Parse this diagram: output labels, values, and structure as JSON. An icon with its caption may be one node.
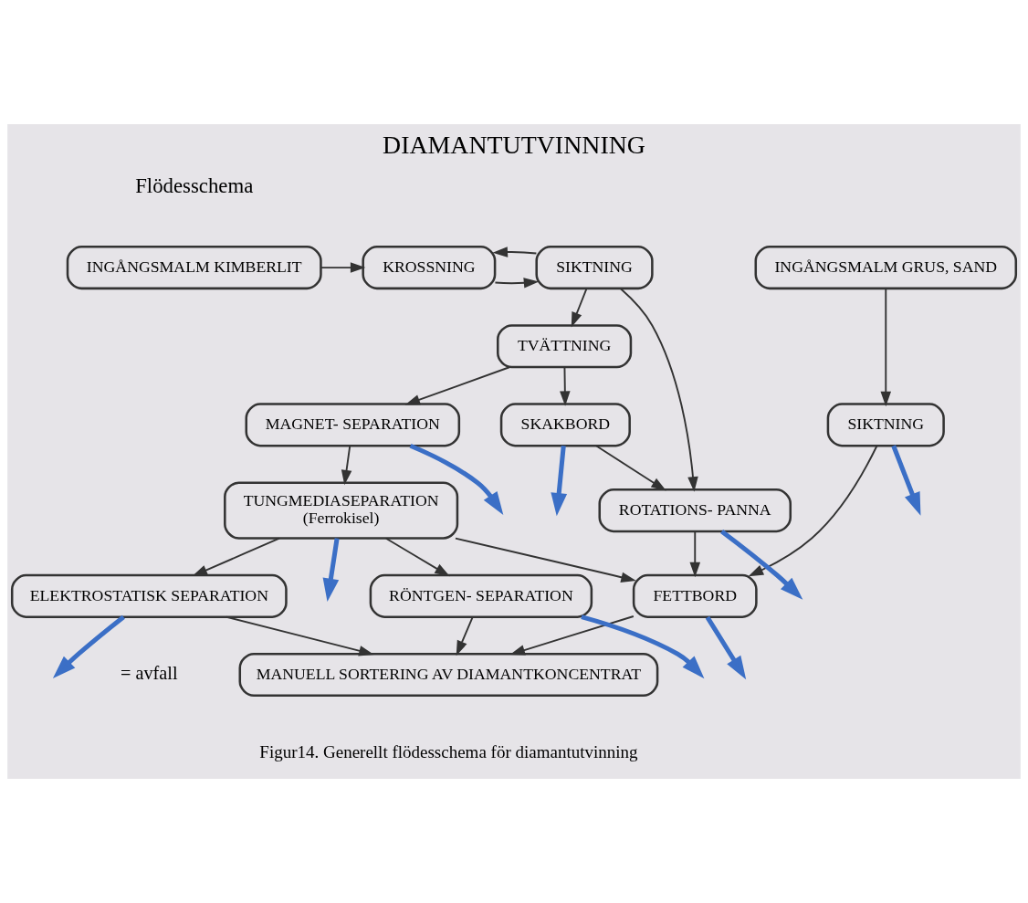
{
  "diagram": {
    "title": "DIAMANTUTVINNING",
    "caption": "Figur14. Generellt flödesschema för diamantutvinning",
    "nodes": [
      {
        "text": [
          "INGÅNGSMALM GRUS, SAND"
        ]
      },
      {
        "text": [
          "INGÅNGSMALM KIMBERLIT"
        ]
      },
      {
        "text": [
          "KROSSNING"
        ]
      },
      {
        "text": [
          "SIKTNING"
        ]
      },
      {
        "text": [
          "TVÄTTNING"
        ]
      },
      {
        "text": [
          "SIKTNING"
        ]
      },
      {
        "text": [
          "MAGNET- SEPARATION"
        ]
      },
      {
        "text": [
          "SKAKBORD"
        ]
      },
      {
        "text": [
          "ROTATIONS- PANNA"
        ]
      },
      {
        "text": [
          "TUNGMEDIASEPARATION",
          "(Ferrokisel)"
        ]
      },
      {
        "text": [
          "FETTBORD"
        ]
      },
      {
        "text": [
          "RÖNTGEN- SEPARATION"
        ]
      },
      {
        "text": [
          "ELEKTROSTATISK SEPARATION"
        ]
      },
      {
        "text": [
          "MANUELL SORTERING AV DIAMANTKONCENTRAT"
        ]
      }
    ],
    "edges": [
      {
        "from": 0,
        "to": 5,
        "arrow": "to"
      },
      {
        "from": 1,
        "to": 2,
        "arrow": "to"
      },
      {
        "from": 2,
        "to": 3,
        "arrow": "to"
      },
      {
        "from": 3,
        "to": 2,
        "arrow": "to"
      },
      {
        "from": 3,
        "to": 4,
        "arrow": "to"
      },
      {
        "from": 3,
        "to": 8,
        "arrow": "to"
      },
      {
        "from": 4,
        "to": 6,
        "arrow": "to"
      },
      {
        "from": 4,
        "to": 7,
        "arrow": "to"
      },
      {
        "from": 5,
        "to": null,
        "arrow": "to",
        "style": "thick",
        "color": "#3b6fc6"
      },
      {
        "from": 6,
        "to": null,
        "arrow": "to",
        "style": "thick",
        "color": "#3b6fc6"
      },
      {
        "from": 7,
        "to": 8,
        "arrow": "to"
      },
      {
        "from": 7,
        "to": null,
        "arrow": "to",
        "style": "thick",
        "color": "#3b6fc6"
      },
      {
        "from": 6,
        "to": 9,
        "arrow": "to"
      },
      {
        "from": 8,
        "to": 10,
        "arrow": "to"
      },
      {
        "from": 8,
        "to": null,
        "arrow": "to",
        "style": "thick",
        "color": "#3b6fc6"
      },
      {
        "from": 9,
        "to": null,
        "arrow": "to",
        "style": "thick",
        "color": "#3b6fc6"
      },
      {
        "from": 5,
        "to": 10,
        "arrow": "to"
      },
      {
        "from": 9,
        "to": 10,
        "arrow": "to"
      },
      {
        "from": 9,
        "to": 11,
        "arrow": "to"
      },
      {
        "from": 9,
        "to": 12,
        "arrow": "to"
      },
      {
        "from": 10,
        "to": null,
        "arrow": "to",
        "style": "thick",
        "color": "#3b6fc6"
      },
      {
        "from": 11,
        "to": null,
        "arrow": "to",
        "style": "thick",
        "color": "#3b6fc6"
      },
      {
        "from": 12,
        "to": null,
        "arrow": "to",
        "style": "thick",
        "color": "#3b6fc6"
      },
      {
        "from": 10,
        "to": 13,
        "arrow": "to"
      },
      {
        "from": 11,
        "to": 13,
        "arrow": "to"
      },
      {
        "from": 12,
        "to": 13,
        "arrow": "to"
      }
    ],
    "labels": [
      "Flödesschema"
    ],
    "legend": [
      {
        "text": "= avfall"
      }
    ]
  }
}
